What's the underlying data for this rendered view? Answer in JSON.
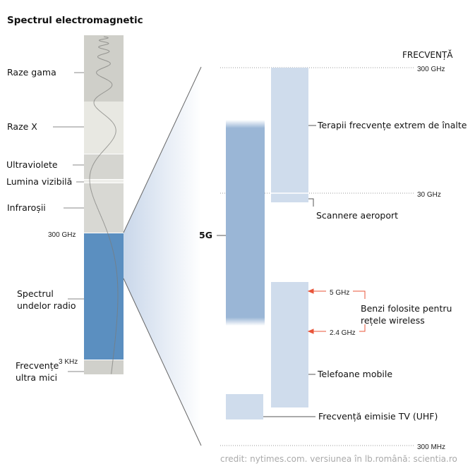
{
  "title": "Spectrul electromagnetic",
  "spectrum": {
    "gamma": "Raze gama",
    "xray": "Raze X",
    "uv": "Ultraviolete",
    "visible": "Lumina vizibilă",
    "ir": "Infraroșii",
    "freq_300ghz": "300 GHz",
    "radio_line1": "Spectrul",
    "radio_line2": "undelor radio",
    "freq_3khz": "3 KHz",
    "elf_line1": "Frecvențe",
    "elf_line2": "ultra mici"
  },
  "detail": {
    "axis_title": "FRECVENȚĂ",
    "f_top": "300 GHz",
    "f_mid": "30 GHz",
    "f_bottom": "300 MHz",
    "label_5g": "5G",
    "therapy": "Terapii frecvențe extrem de înalte",
    "scanners": "Scannere aeroport",
    "wifi_5": "5 GHz",
    "wifi_24": "2.4 GHz",
    "wifi_line1": "Benzi folosite pentru",
    "wifi_line2": "rețele wireless",
    "mobile": "Telefoane mobile",
    "tv": "Frecvență eimisie TV (UHF)"
  },
  "credit": "credit: nytimes.com. versiunea în lb.română: scientia.ro",
  "colors": {
    "radio": "#5b8fc0",
    "band_5g": "#9ab6d6",
    "band_light": "#cfdcec",
    "arrow": "#e8553a"
  }
}
